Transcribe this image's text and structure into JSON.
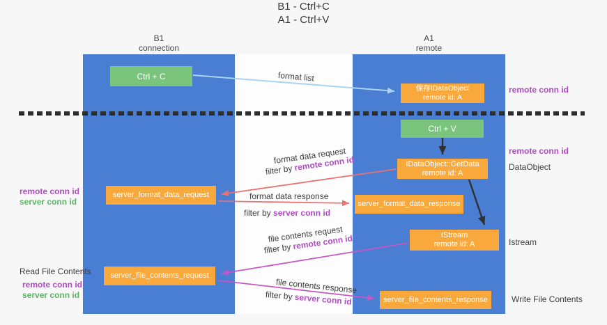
{
  "title": {
    "line1": "B1 - Ctrl+C",
    "line2": "A1 - Ctrl+V"
  },
  "columns": {
    "left": {
      "title": "B1",
      "subtitle": "connection"
    },
    "right": {
      "title": "A1",
      "subtitle": "remote"
    }
  },
  "boxes": {
    "ctrl_c": "Ctrl + C",
    "ctrl_v": "Ctrl + V",
    "save_idataobject": {
      "line1": "保存IDataObject",
      "line2": "remote id: A"
    },
    "idataobject_getdata": {
      "line1": "IDataObject::GetData",
      "line2": "remote id: A"
    },
    "istream": {
      "line1": "IStream",
      "line2": "remote id: A"
    },
    "server_format_data_request": "server_format_data_request",
    "server_format_data_response": "server_format_data_response",
    "server_file_contents_request": "server_file_contents_request",
    "server_file_contents_response": "server_file_contents_response"
  },
  "labels": {
    "format_list": "format list",
    "format_data_request": "format data request",
    "format_data_response": "format data response",
    "file_contents_request": "file contents request",
    "file_contents_response": "file contents response",
    "filter_by": "filter by",
    "remote_conn_id": "remote conn id",
    "server_conn_id": "server conn id",
    "read_file_contents": "Read File Contents",
    "write_file_contents": "Write File Contents",
    "dataobject": "DataObject",
    "istream_side": "Istream"
  },
  "colors": {
    "column_blue": "#4a7ed2",
    "box_orange": "#f9a93c",
    "box_green": "#7ac47e",
    "arrow_red": "#e97373",
    "arrow_magenta": "#c557c5",
    "arrow_lightblue": "#a9d3ee",
    "arrow_black": "#303030",
    "text_purple": "#b04cc3",
    "text_green": "#5db364"
  }
}
